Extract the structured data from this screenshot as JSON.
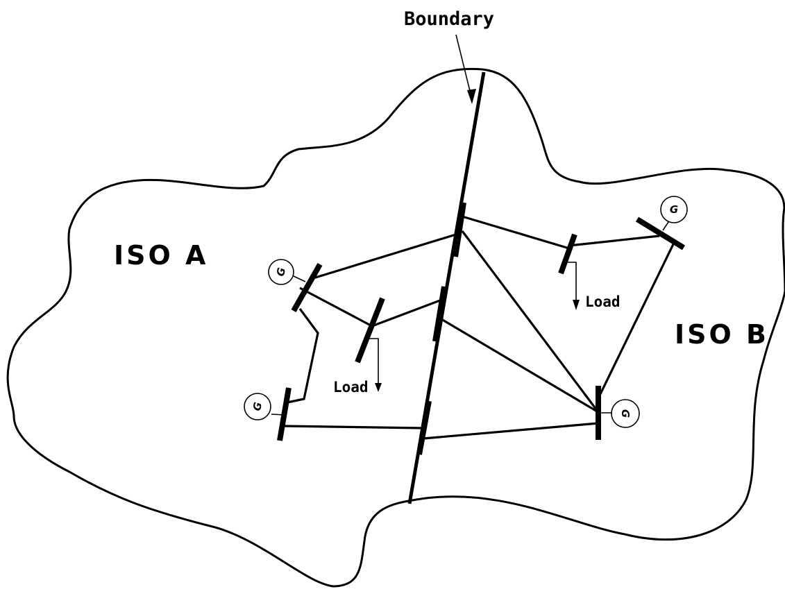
{
  "labels": {
    "boundary": "Boundary",
    "iso_a": "ISO A",
    "iso_b": "ISO B",
    "load_left": "Load",
    "load_right": "Load"
  },
  "generators": [
    {
      "symbol": "G"
    },
    {
      "symbol": "G"
    },
    {
      "symbol": "G"
    },
    {
      "symbol": "G"
    }
  ],
  "colors": {
    "line": "#000000",
    "background": "#ffffff"
  }
}
